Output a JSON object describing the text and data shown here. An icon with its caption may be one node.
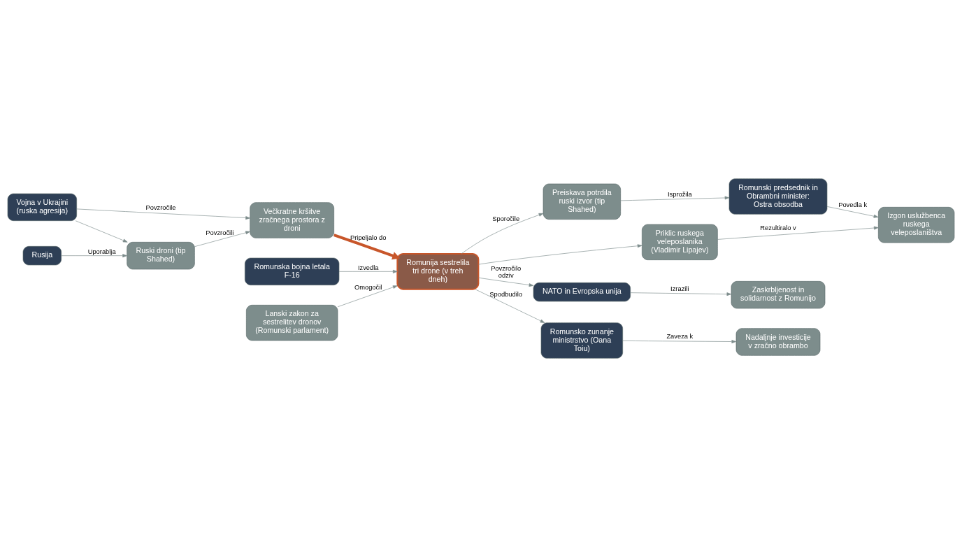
{
  "diagram": {
    "nodes": [
      {
        "text": [
          "Vojna v Ukrajini (ruska agresija)"
        ]
      },
      {
        "text": [
          "Rusija"
        ]
      },
      {
        "text": [
          "Romunska bojna letala F-16"
        ]
      },
      {
        "text": [
          "Preiskava potrdila ruski izvor (tip Shahed)"
        ]
      },
      {
        "text": [
          "Romunski predsednik in Obrambni minister: Ostra obsodba"
        ]
      },
      {
        "text": [
          "Ruski droni (tip Shahed)"
        ]
      },
      {
        "text": [
          "Priklic ruskega veleposlanika (Vladimir Lipajev)"
        ]
      },
      {
        "text": [
          "Izgon uslužbenca ruskega veleposlaništva"
        ]
      },
      {
        "text": [
          "Večkratne kršitve zračnega prostora z droni"
        ]
      },
      {
        "text": [
          "Romunija sestrelila tri drone (v treh dneh)"
        ]
      },
      {
        "text": [
          "NATO in Evropska unija"
        ]
      },
      {
        "text": [
          "Zaskrbljenost in solidarnost z Romunijo"
        ]
      },
      {
        "text": [
          "Lanski zakon za sestrelitev dronov (Romunski parlament)"
        ]
      },
      {
        "text": [
          "Romunsko zunanje ministrstvo (Oana Toiu)"
        ]
      },
      {
        "text": [
          "Nadaljnje investicije v zračno obrambo"
        ]
      }
    ],
    "edges": [
      {
        "from": 0,
        "to": 5,
        "arrow": "to"
      },
      {
        "from": 0,
        "to": 8,
        "arrow": "to",
        "label": "Povzročile"
      },
      {
        "from": 1,
        "to": 5,
        "arrow": "to",
        "label": "Uporablja"
      },
      {
        "from": 5,
        "to": 8,
        "arrow": "to",
        "label": "Povzročili"
      },
      {
        "from": 8,
        "to": 9,
        "arrow": "to",
        "label": "Pripeljalo do",
        "style": "thick",
        "color": "#c8562a"
      },
      {
        "from": 2,
        "to": 9,
        "arrow": "to",
        "label": "Izvedla"
      },
      {
        "from": 9,
        "to": 3,
        "arrow": "to",
        "label": "Sporočile"
      },
      {
        "from": 9,
        "to": 6,
        "arrow": "to"
      },
      {
        "from": 3,
        "to": 4,
        "arrow": "to",
        "label": "Isprožila"
      },
      {
        "from": 4,
        "to": 7,
        "arrow": "to",
        "label": "Povedla k"
      },
      {
        "from": 6,
        "to": 7,
        "arrow": "to",
        "label": "Rezultiralo v"
      },
      {
        "from": 9,
        "to": 10,
        "arrow": "to",
        "label": "Povzročilo odziv"
      },
      {
        "from": 10,
        "to": 11,
        "arrow": "to",
        "label": "Izrazili"
      },
      {
        "from": 12,
        "to": 9,
        "arrow": "to",
        "label": "Omogočil"
      },
      {
        "from": 9,
        "to": 13,
        "arrow": "to",
        "label": "Spodbudilo"
      },
      {
        "from": 13,
        "to": 14,
        "arrow": "to",
        "label": "Zaveza k"
      }
    ]
  }
}
